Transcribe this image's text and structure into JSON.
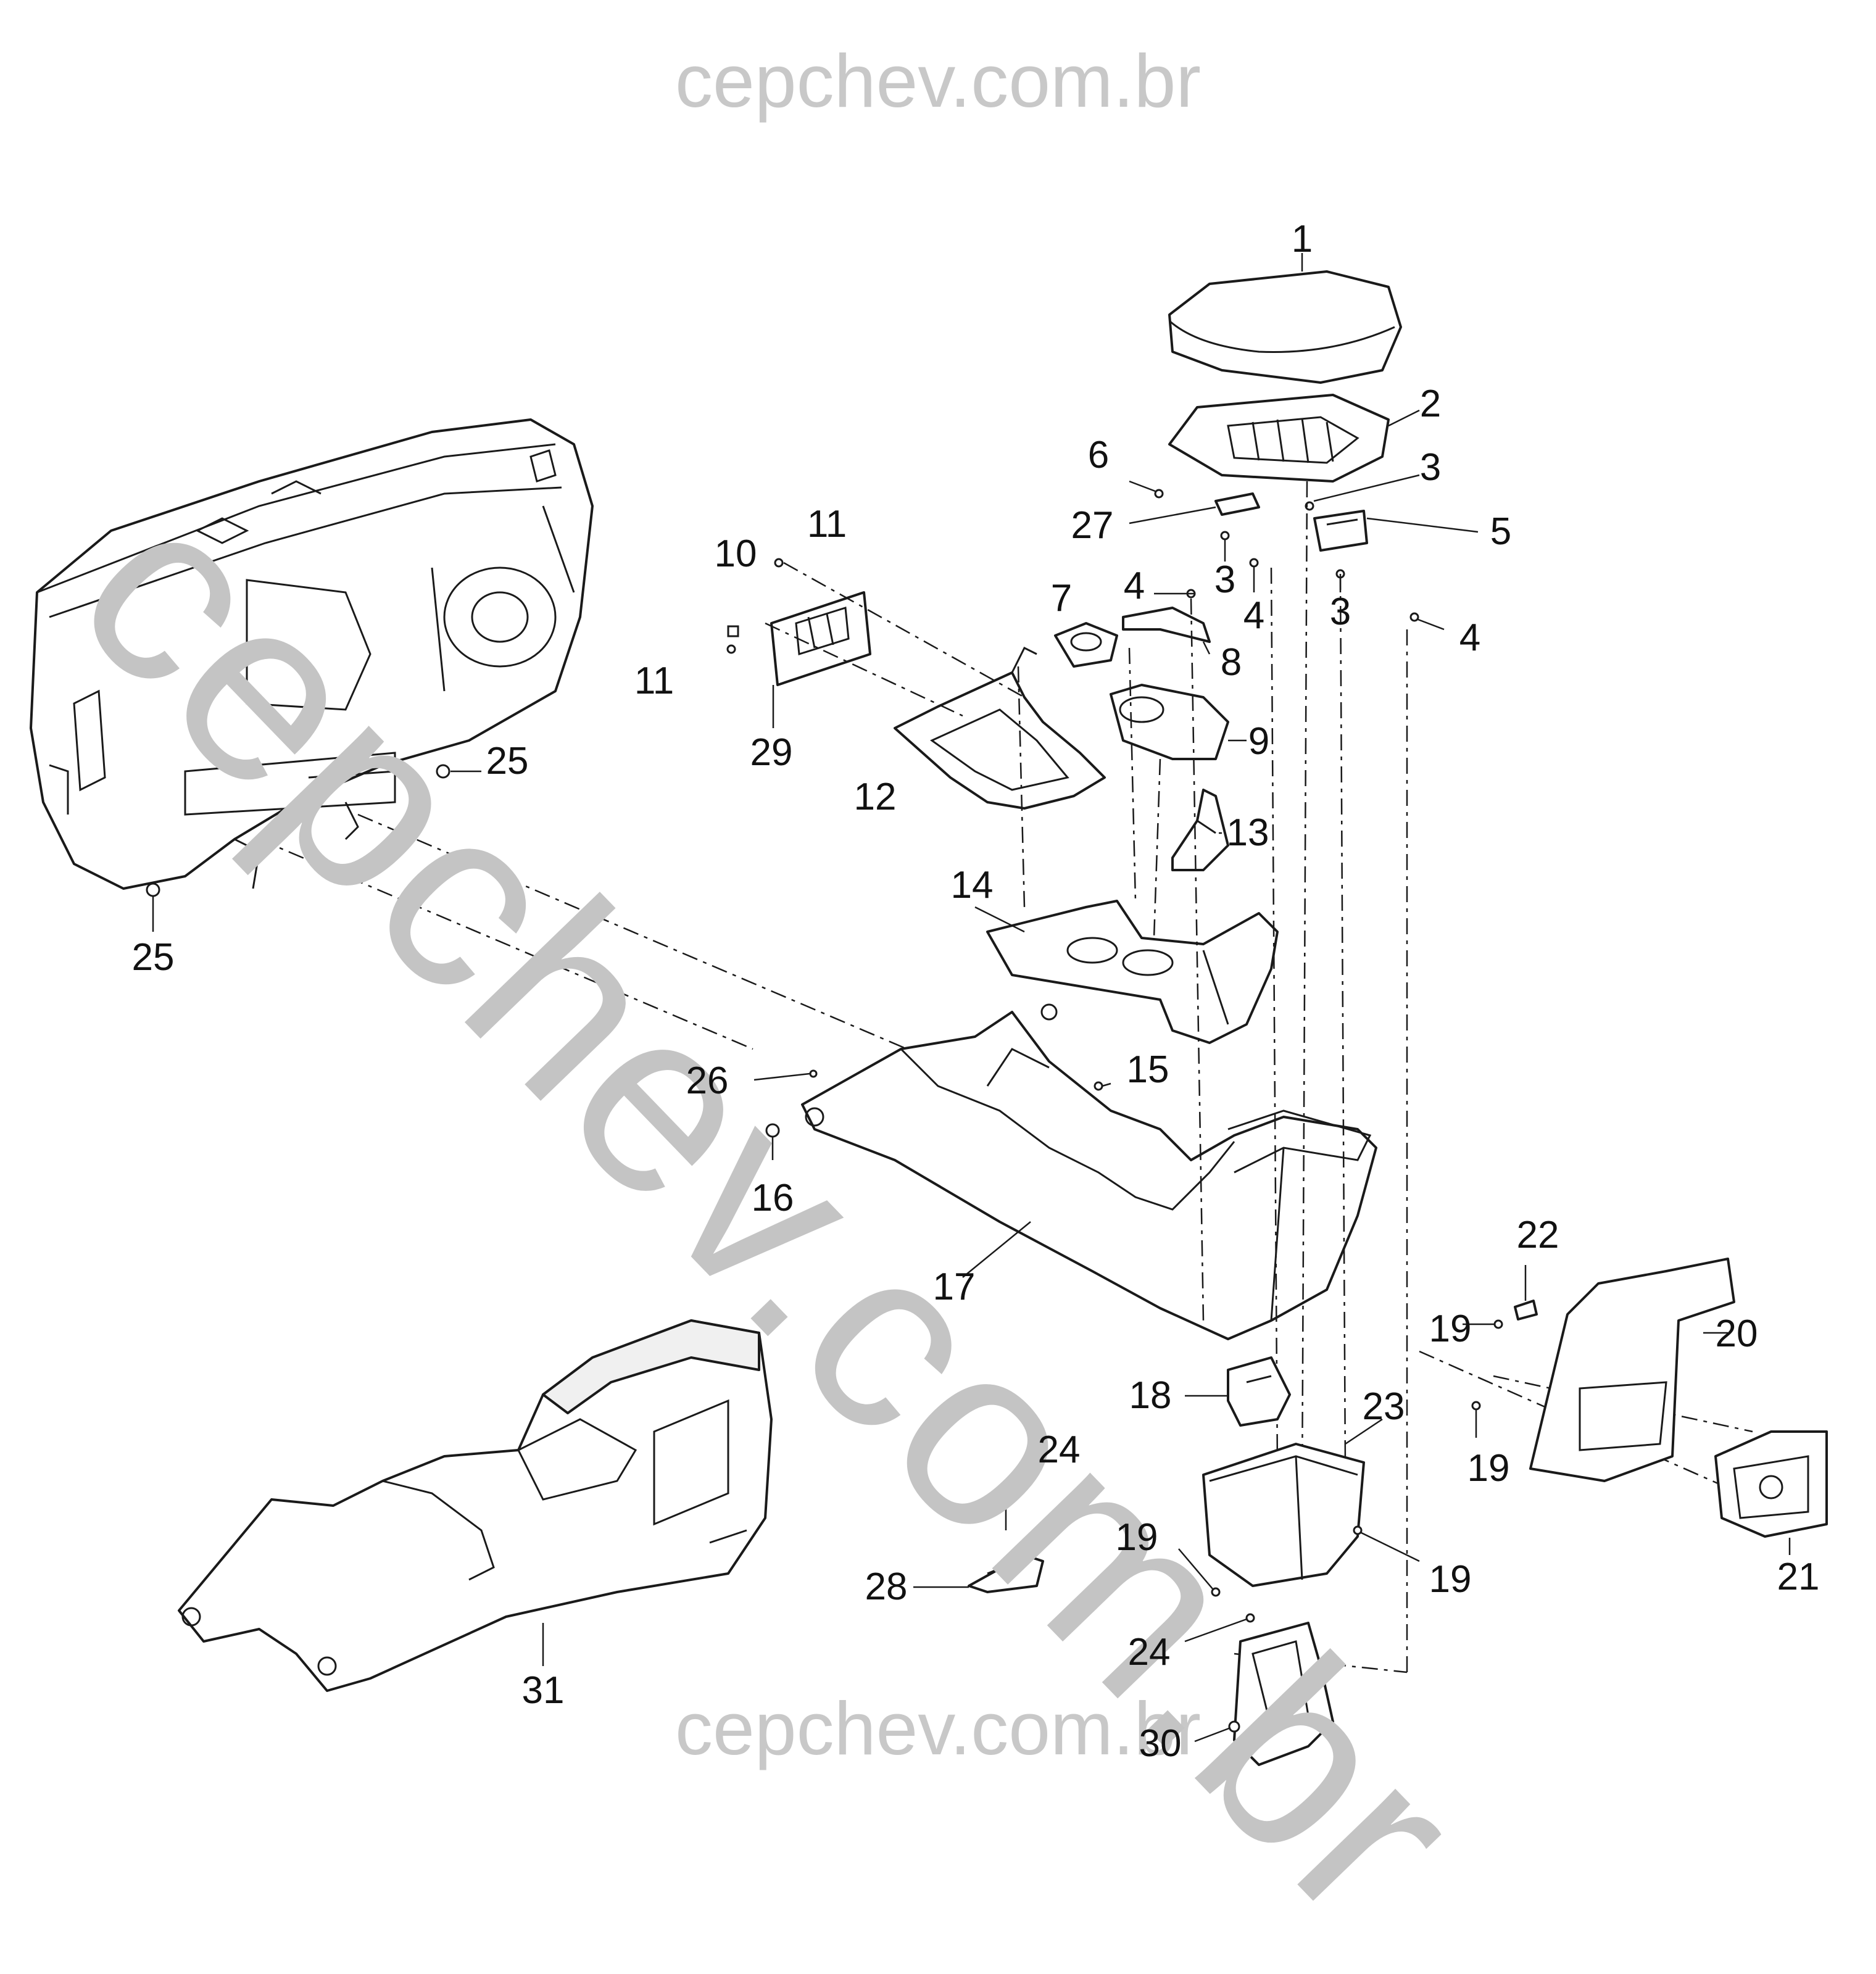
{
  "watermark": {
    "top": "cepchev.com.br",
    "bottom": "cepchev.com.br",
    "diagonal": "cepchev.com.br"
  },
  "callouts": [
    {
      "id": "c1",
      "label": "1"
    },
    {
      "id": "c2",
      "label": "2"
    },
    {
      "id": "c3a",
      "label": "3"
    },
    {
      "id": "c3b",
      "label": "3"
    },
    {
      "id": "c3c",
      "label": "3"
    },
    {
      "id": "c4a",
      "label": "4"
    },
    {
      "id": "c4b",
      "label": "4"
    },
    {
      "id": "c4c",
      "label": "4"
    },
    {
      "id": "c5",
      "label": "5"
    },
    {
      "id": "c6",
      "label": "6"
    },
    {
      "id": "c7",
      "label": "7"
    },
    {
      "id": "c8",
      "label": "8"
    },
    {
      "id": "c9",
      "label": "9"
    },
    {
      "id": "c10",
      "label": "10"
    },
    {
      "id": "c11a",
      "label": "11"
    },
    {
      "id": "c11b",
      "label": "11"
    },
    {
      "id": "c12",
      "label": "12"
    },
    {
      "id": "c13",
      "label": "13"
    },
    {
      "id": "c14",
      "label": "14"
    },
    {
      "id": "c15",
      "label": "15"
    },
    {
      "id": "c16",
      "label": "16"
    },
    {
      "id": "c17",
      "label": "17"
    },
    {
      "id": "c18",
      "label": "18"
    },
    {
      "id": "c19a",
      "label": "19"
    },
    {
      "id": "c19b",
      "label": "19"
    },
    {
      "id": "c19c",
      "label": "19"
    },
    {
      "id": "c19d",
      "label": "19"
    },
    {
      "id": "c20",
      "label": "20"
    },
    {
      "id": "c21",
      "label": "21"
    },
    {
      "id": "c22",
      "label": "22"
    },
    {
      "id": "c23",
      "label": "23"
    },
    {
      "id": "c24a",
      "label": "24"
    },
    {
      "id": "c24b",
      "label": "24"
    },
    {
      "id": "c25a",
      "label": "25"
    },
    {
      "id": "c25b",
      "label": "25"
    },
    {
      "id": "c26",
      "label": "26"
    },
    {
      "id": "c27",
      "label": "27"
    },
    {
      "id": "c28",
      "label": "28"
    },
    {
      "id": "c29",
      "label": "29"
    },
    {
      "id": "c30",
      "label": "30"
    },
    {
      "id": "c31",
      "label": "31"
    }
  ]
}
